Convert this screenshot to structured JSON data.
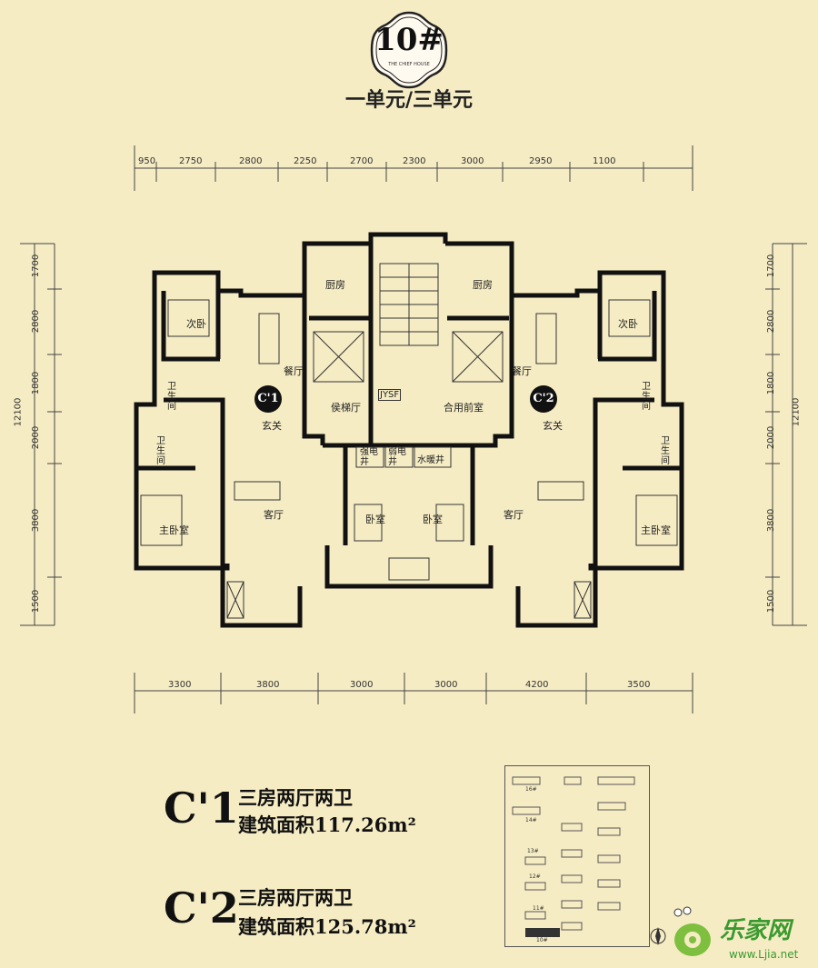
{
  "building": {
    "number": "10#",
    "badge_sub": "THE CHIEF HOUSE",
    "units": "一单元/三单元"
  },
  "top_dims": [
    "950",
    "2750",
    "2800",
    "2250",
    "2700",
    "2300",
    "3000",
    "2950",
    "1100"
  ],
  "bottom_dims": [
    "3300",
    "3800",
    "3000",
    "3000",
    "4200",
    "3500"
  ],
  "left_dims": [
    "1700",
    "2800",
    "1800",
    "2000",
    "3800",
    "1500"
  ],
  "left_total": "12100",
  "right_dims": [
    "1700",
    "2800",
    "1800",
    "2000",
    "3800",
    "1500"
  ],
  "right_total": "12100",
  "rooms": {
    "kitchen_l": "厨房",
    "kitchen_r": "厨房",
    "bedroom2_l": "次卧",
    "bedroom2_r": "次卧",
    "dining_l": "餐厅",
    "dining_r": "餐厅",
    "bath_l1": "卫生间",
    "bath_l2": "卫生间",
    "bath_r1": "卫生间",
    "bath_r2": "卫生间",
    "foyer_l": "玄关",
    "foyer_r": "玄关",
    "elevator_hall": "侯梯厅",
    "jysf": "JYSF",
    "shared_hall": "合用前室",
    "shaft_strong": "强电井",
    "shaft_weak": "弱电井",
    "shaft_water": "水暖井",
    "living_l": "客厅",
    "living_r": "客厅",
    "bed_l": "卧室",
    "bed_r": "卧室",
    "master_l": "主卧室",
    "master_r": "主卧室"
  },
  "unit_codes": {
    "c1": "C'1",
    "c2": "C'2"
  },
  "legend": [
    {
      "code": "C'1",
      "type": "三房两厅两卫",
      "area": "建筑面积117.26m²"
    },
    {
      "code": "C'2",
      "type": "三房两厅两卫",
      "area": "建筑面积125.78m²"
    }
  ],
  "site_labels": [
    "16#",
    "14#",
    "13#",
    "12#",
    "11#",
    "10#"
  ],
  "logo": {
    "text": "乐家网",
    "url": "www.Ljia.net"
  }
}
